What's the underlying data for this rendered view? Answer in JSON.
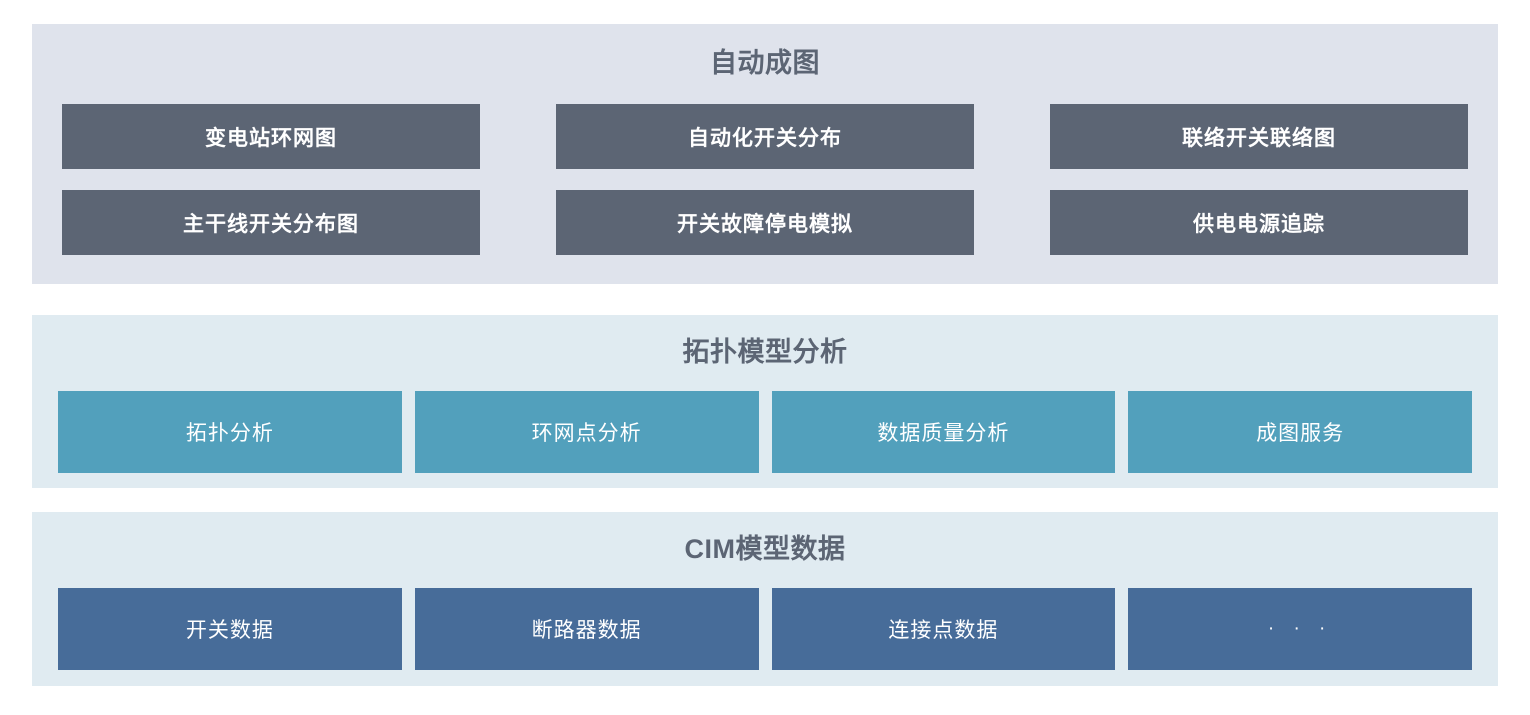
{
  "panels": [
    {
      "id": "auto-mapping",
      "title": "自动成图",
      "background": "#DFE3EC",
      "tile_color": "#5C6574",
      "title_color": "#5C6574",
      "rows": [
        [
          {
            "label": "变电站环网图"
          },
          {
            "label": "自动化开关分布"
          },
          {
            "label": "联络开关联络图"
          }
        ],
        [
          {
            "label": "主干线开关分布图"
          },
          {
            "label": "开关故障停电模拟"
          },
          {
            "label": "供电电源追踪"
          }
        ]
      ]
    },
    {
      "id": "topology-model-analysis",
      "title": "拓扑模型分析",
      "background": "#E0EBF1",
      "tile_color": "#52A0BC",
      "title_color": "#5C6574",
      "rows": [
        [
          {
            "label": "拓扑分析"
          },
          {
            "label": "环网点分析"
          },
          {
            "label": "数据质量分析"
          },
          {
            "label": "成图服务"
          }
        ]
      ]
    },
    {
      "id": "cim-model-data",
      "title": "CIM模型数据",
      "background": "#E0EBF1",
      "tile_color": "#476C99",
      "title_color": "#5C6574",
      "rows": [
        [
          {
            "label": "开关数据"
          },
          {
            "label": "断路器数据"
          },
          {
            "label": "连接点数据"
          },
          {
            "label": "· · ·"
          }
        ]
      ]
    }
  ]
}
